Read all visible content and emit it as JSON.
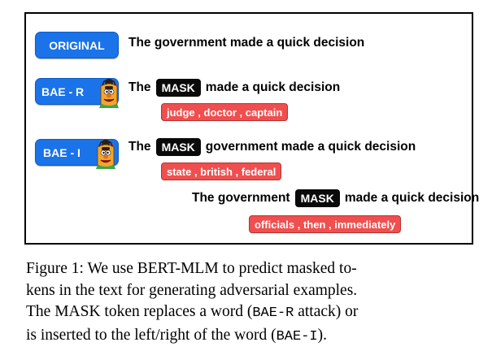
{
  "figure": {
    "original_label": "ORIGINAL",
    "baer_label": "BAE - R",
    "baei_label": "BAE - I",
    "original_sentence": "The government made a quick decision",
    "mask_label": "MASK",
    "r_example": {
      "before": "The",
      "after": "made a quick decision",
      "candidates": "judge , doctor , captain"
    },
    "i_example_1": {
      "before": "The",
      "after": "government made a quick decision",
      "candidates": "state , british , federal"
    },
    "i_example_2": {
      "before": "The government",
      "after": "made a quick decision",
      "candidates": "officials , then , immediately"
    },
    "colors": {
      "tag_blue": "#1a73e8",
      "mask_black": "#0a0a0a",
      "candidate_red": "#f04f4f"
    },
    "icon": "bert-muppet-icon"
  },
  "caption": {
    "line1": "Figure 1:  We use BERT-MLM to predict masked to-",
    "line2": "kens in the text for generating adversarial examples.",
    "line3_a": "The MASK token replaces a word (",
    "line3_code": "BAE-R",
    "line3_b": " attack) or",
    "line4_a": "is inserted to the left/right of the word (",
    "line4_code": "BAE-I",
    "line4_b": ")."
  }
}
